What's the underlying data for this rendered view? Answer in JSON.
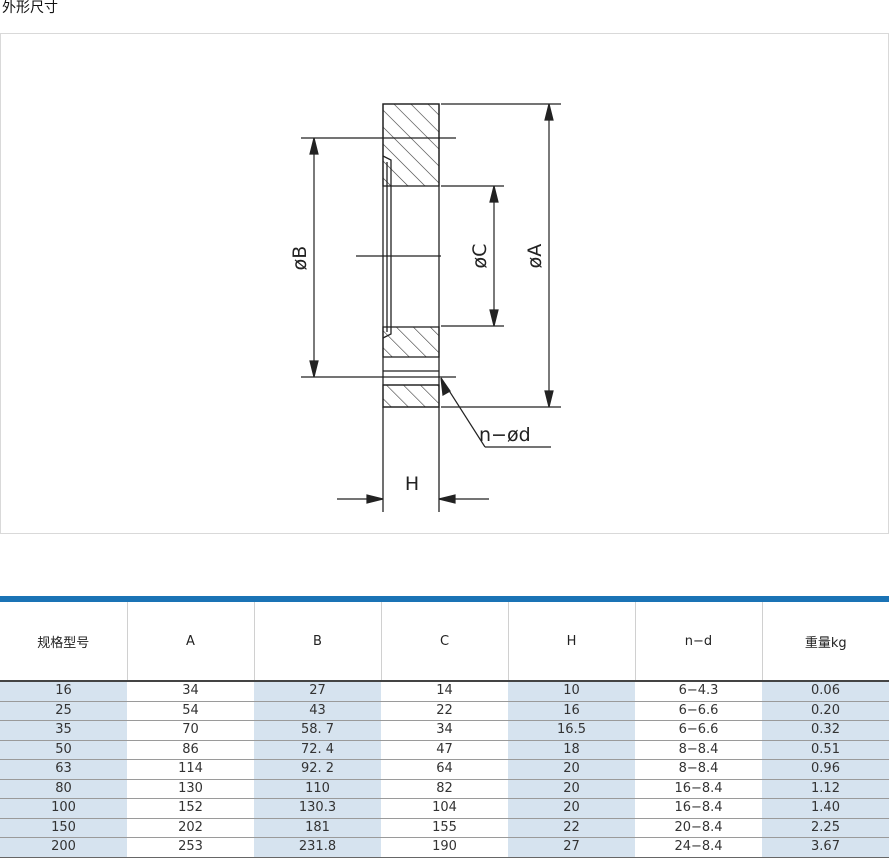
{
  "section": {
    "title": "外形尺寸"
  },
  "drawing": {
    "labels": {
      "dia_b": "øB",
      "dia_c": "øC",
      "dia_a": "øA",
      "holes": "n−ød",
      "height": "H"
    }
  },
  "table": {
    "columns": [
      "规格型号",
      "A",
      "B",
      "C",
      "H",
      "n−d",
      "重量kg"
    ],
    "rows": [
      [
        "16",
        "34",
        "27",
        "14",
        "10",
        "6−4.3",
        "0.06"
      ],
      [
        "25",
        "54",
        "43",
        "22",
        "16",
        "6−6.6",
        "0.20"
      ],
      [
        "35",
        "70",
        "58. 7",
        "34",
        "16.5",
        "6−6.6",
        "0.32"
      ],
      [
        "50",
        "86",
        "72. 4",
        "47",
        "18",
        "8−8.4",
        "0.51"
      ],
      [
        "63",
        "114",
        "92. 2",
        "64",
        "20",
        "8−8.4",
        "0.96"
      ],
      [
        "80",
        "130",
        "110",
        "82",
        "20",
        "16−8.4",
        "1.12"
      ],
      [
        "100",
        "152",
        "130.3",
        "104",
        "20",
        "16−8.4",
        "1.40"
      ],
      [
        "150",
        "202",
        "181",
        "155",
        "22",
        "20−8.4",
        "2.25"
      ],
      [
        "200",
        "253",
        "231.8",
        "190",
        "27",
        "24−8.4",
        "3.67"
      ]
    ]
  }
}
